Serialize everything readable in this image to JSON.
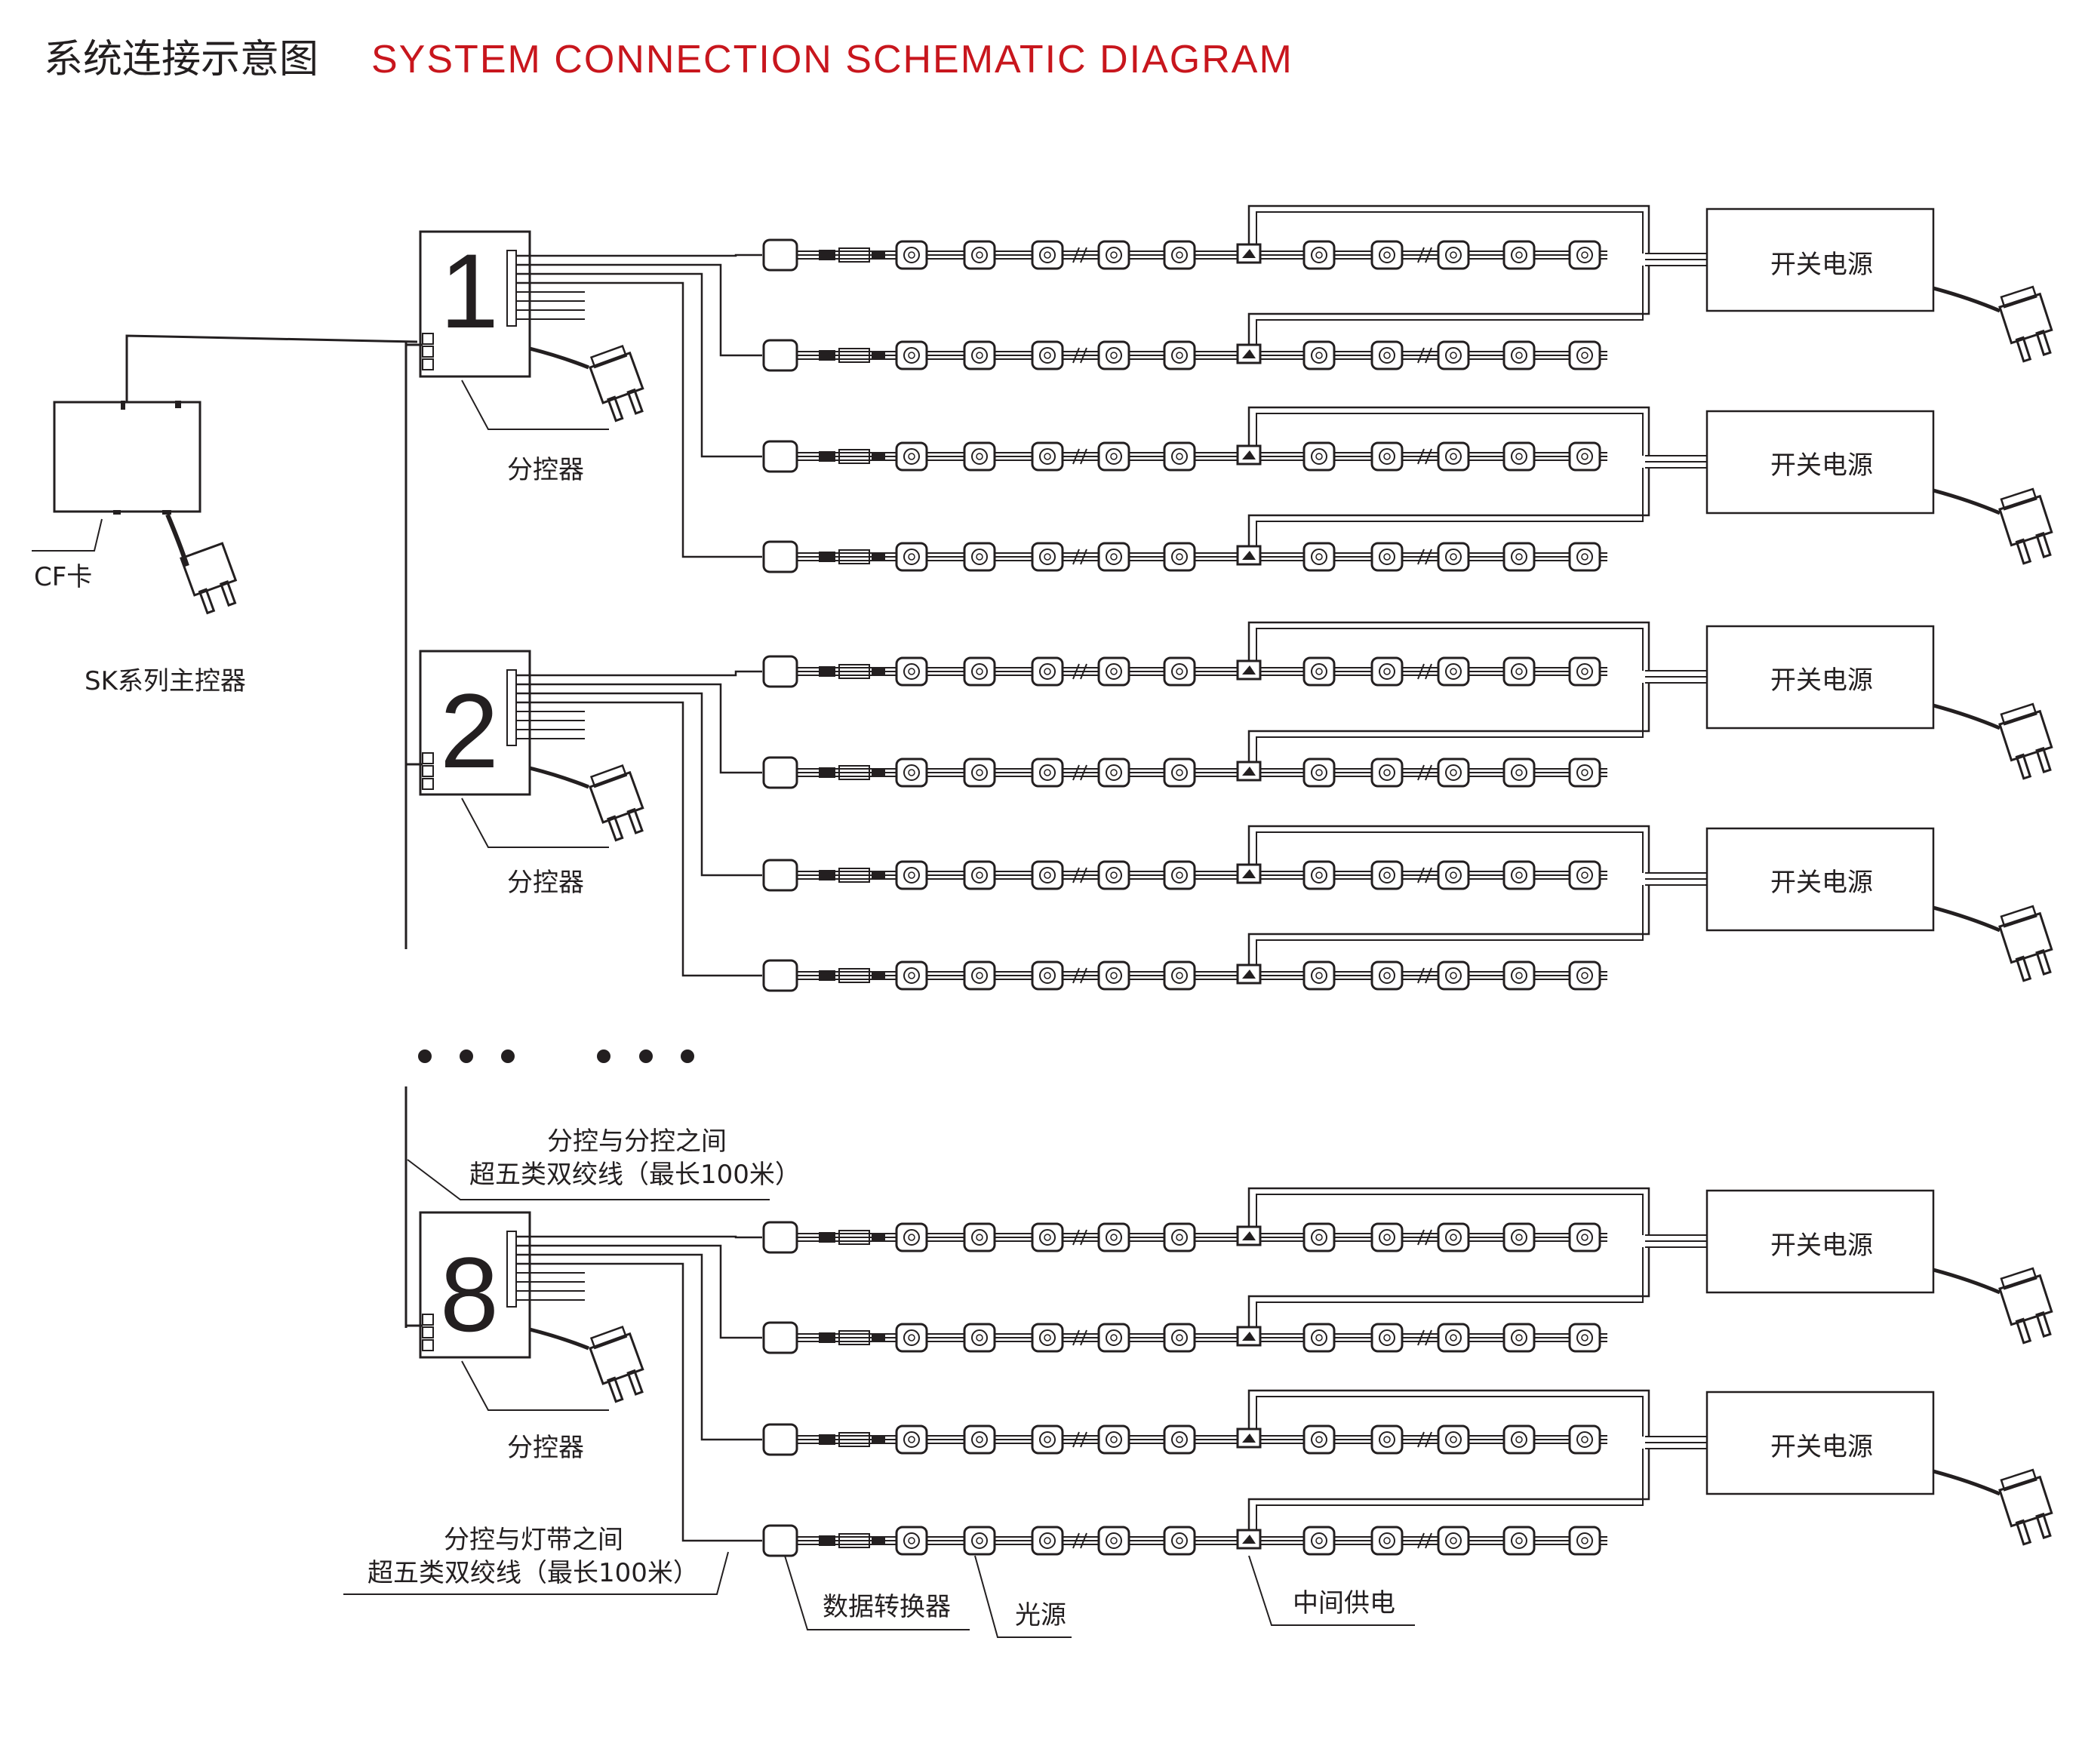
{
  "header": {
    "title_cn": "系统连接示意图",
    "title_en": "SYSTEM CONNECTION SCHEMATIC DIAGRAM"
  },
  "main_controller": {
    "label": "SK系列主控器",
    "cf_label": "CF卡"
  },
  "sub_controllers": [
    {
      "number": "1",
      "label": "分控器"
    },
    {
      "number": "2",
      "label": "分控器"
    },
    {
      "number": "8",
      "label": "分控器"
    }
  ],
  "power_supply_label": "开关电源",
  "annotations": {
    "between_controllers_line1": "分控与分控之间",
    "between_controllers_line2": "超五类双绞线（最长100米）",
    "controller_to_strip_line1": "分控与灯带之间",
    "controller_to_strip_line2": "超五类双绞线（最长100米）",
    "data_converter": "数据转换器",
    "light_source": "光源",
    "middle_power": "中间供电"
  },
  "colors": {
    "title_accent": "#c8161d",
    "line": "#231f20"
  },
  "icons": [
    "plug-icon",
    "pixel-node-icon",
    "data-converter-icon",
    "connector-icon",
    "power-junction-icon"
  ]
}
